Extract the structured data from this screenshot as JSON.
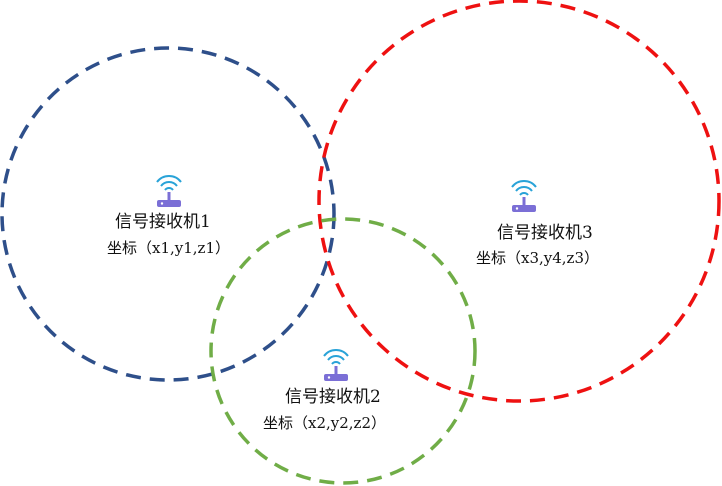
{
  "receivers": [
    {
      "name": "信号接收机1",
      "coord": "坐标（x1,y1,z1）",
      "ring_color": "#2e4f8a",
      "icon": "wifi-router-icon"
    },
    {
      "name": "信号接收机2",
      "coord": "坐标（x2,y2,z2）",
      "ring_color": "#70ad47",
      "icon": "wifi-router-icon"
    },
    {
      "name": "信号接收机3",
      "coord": "坐标（x3,y4,z3）",
      "ring_color": "#ee1111",
      "icon": "wifi-router-icon"
    }
  ],
  "colors": {
    "wifi_waves": "#29a3d8",
    "router_body": "#7b6fd6"
  }
}
